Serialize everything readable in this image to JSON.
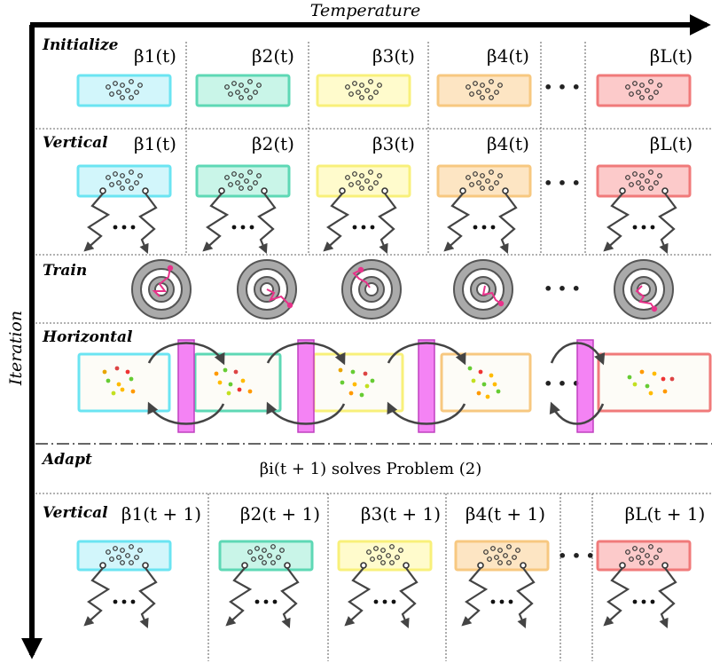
{
  "axes": {
    "top_label": "Temperature",
    "left_label": "Iteration"
  },
  "colors": {
    "box_fills": [
      "#d2f6fb",
      "#c9f5e8",
      "#fffbcc",
      "#fde5c3",
      "#fccaca"
    ],
    "box_strokes": [
      "#6be4f2",
      "#5ed8b5",
      "#f8f07a",
      "#f7c880",
      "#f07a7a"
    ],
    "band": "#f05af0",
    "accent": "#e8328a",
    "target_ring": "#aaaaaa"
  },
  "ellipsis": "• • •",
  "rows": [
    {
      "id": "initialize",
      "label": "Initialize",
      "betas": [
        "β1(t)",
        "β2(t)",
        "β3(t)",
        "β4(t)",
        "βL(t)"
      ]
    },
    {
      "id": "vertical1",
      "label": "Vertical",
      "betas": [
        "β1(t)",
        "β2(t)",
        "β3(t)",
        "β4(t)",
        "βL(t)"
      ]
    },
    {
      "id": "train",
      "label": "Train"
    },
    {
      "id": "horizontal",
      "label": "Horizontal"
    },
    {
      "id": "adapt",
      "label": "Adapt",
      "text": "βi(t + 1) solves Problem (2)"
    },
    {
      "id": "vertical2",
      "label": "Vertical",
      "betas": [
        "β1(t + 1)",
        "β2(t + 1)",
        "β3(t + 1)",
        "β4(t + 1)",
        "βL(t + 1)"
      ]
    }
  ]
}
